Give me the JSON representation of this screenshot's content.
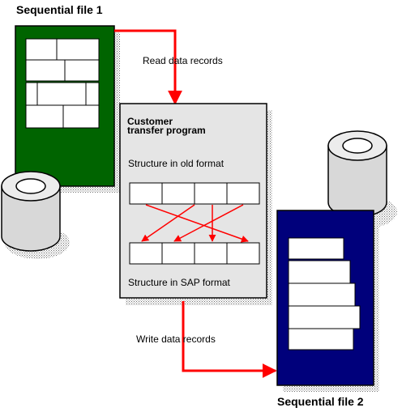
{
  "file1": {
    "title": "Sequential file 1"
  },
  "file2": {
    "title": "Sequential file 2"
  },
  "program": {
    "title_line1": "Customer",
    "title_line2": "transfer program",
    "old_structure_label": "Structure in old format",
    "sap_structure_label": "Structure in SAP format"
  },
  "steps": {
    "read": "Read data records",
    "write": "Write data records"
  },
  "colors": {
    "file1": "#006400",
    "file2": "#00007b",
    "arrow": "#ff0000",
    "program_bg": "#e5e5e5",
    "shadow": "#8c8c8c",
    "cylinder": "#d8d8d8"
  }
}
